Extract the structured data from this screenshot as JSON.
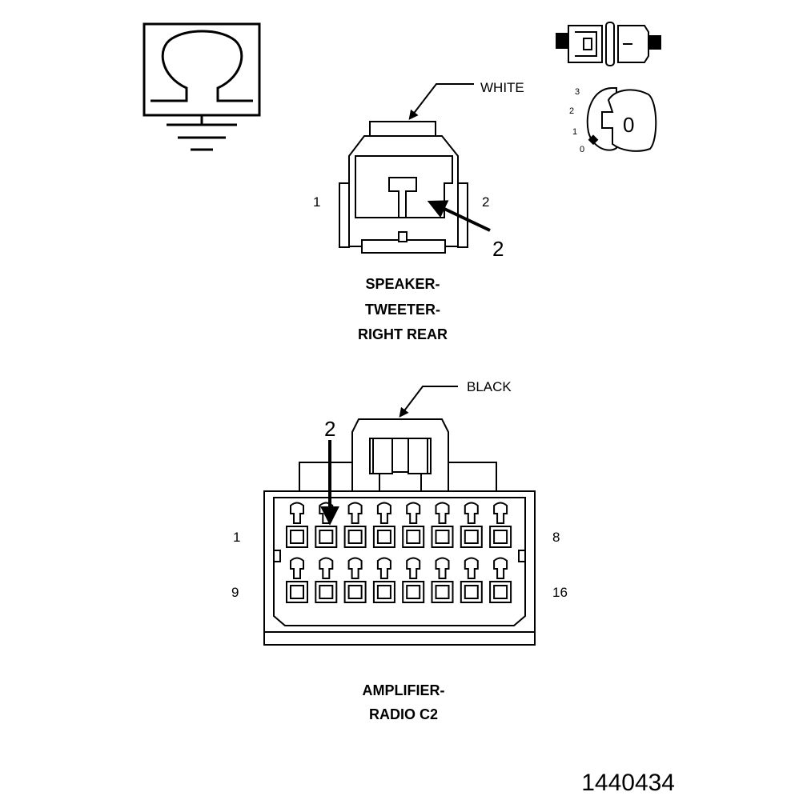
{
  "ohm_symbol": {
    "icon": "ohm-icon"
  },
  "ignition": {
    "positions": [
      "3",
      "2",
      "1",
      "0"
    ],
    "key_label": "0"
  },
  "speaker_connector": {
    "color_label": "WHITE",
    "pin_left": "1",
    "pin_right": "2",
    "callout": "2",
    "name_lines": [
      "SPEAKER-",
      "TWEETER-",
      "RIGHT REAR"
    ]
  },
  "amplifier_connector": {
    "color_label": "BLACK",
    "callout": "2",
    "row1_left": "1",
    "row1_right": "8",
    "row2_left": "9",
    "row2_right": "16",
    "name_lines": [
      "AMPLIFIER-",
      "RADIO C2"
    ]
  },
  "figure_number": "1440434"
}
